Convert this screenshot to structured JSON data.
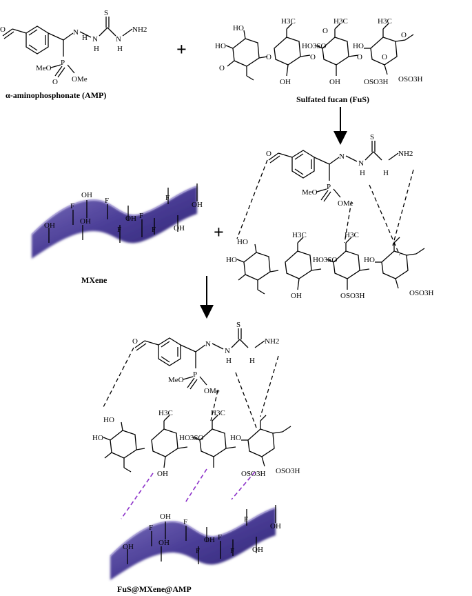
{
  "labels": {
    "amp": "α-aminophosphonate (AMP)",
    "fus": "Sulfated fucan (FuS)",
    "mxene": "MXene",
    "product": "FuS@MXene@AMP"
  },
  "operators": {
    "plus": "+"
  },
  "amp_atoms": [
    "O",
    "N",
    "H",
    "N",
    "H",
    "S",
    "N",
    "H",
    "NH2",
    "P",
    "MeO",
    "O",
    "OMe"
  ],
  "fus_atoms": [
    "HO",
    "HO",
    "O",
    "O",
    "OH",
    "H3C",
    "O",
    "HO3SO",
    "O",
    "OH",
    "H3C",
    "O",
    "HO",
    "O",
    "OSO3H",
    "H3C",
    "O",
    "OSO3H"
  ],
  "mxene_atoms": [
    "OH",
    "F",
    "F",
    "OH",
    "F",
    "OH",
    "OH",
    "F",
    "OH",
    "F",
    "OH",
    "F"
  ]
}
